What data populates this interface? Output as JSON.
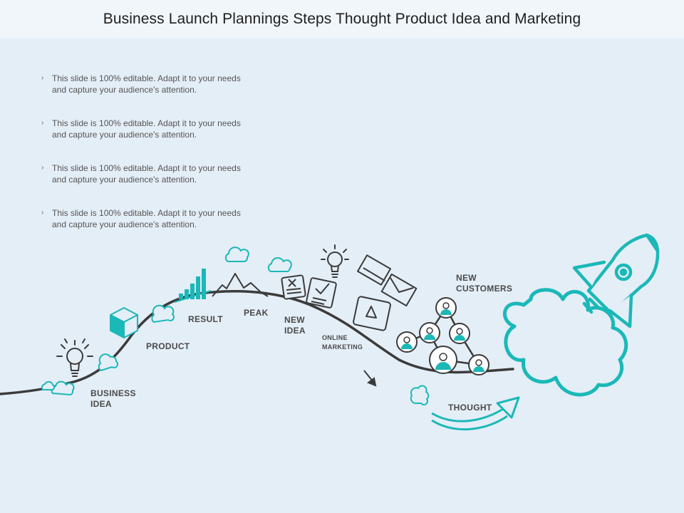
{
  "title": "Business Launch Plannings Steps Thought Product Idea and Marketing",
  "bullets": [
    {
      "line1": "This slide is 100% editable. Adapt it to your needs",
      "line2": "and capture your audience's attention."
    },
    {
      "line1": "This slide is 100% editable. Adapt it to your needs",
      "line2": "and capture your audience's attention."
    },
    {
      "line1": "This slide is 100% editable. Adapt it to your needs",
      "line2": "and capture your audience's attention."
    },
    {
      "line1": "This slide is 100% editable. Adapt it to your needs",
      "line2": "and capture your audience's attention."
    }
  ],
  "bullet_marker": "›",
  "labels": {
    "business_idea": {
      "line1": "BUSINESS",
      "line2": "IDEA"
    },
    "product": "PRODUCT",
    "result": "RESULT",
    "peak": "PEAK",
    "new_idea": {
      "line1": "NEW",
      "line2": "IDEA"
    },
    "online_marketing": {
      "line1": "ONLINE",
      "line2": "MARKETING"
    },
    "new_customers": {
      "line1": "NEW",
      "line2": "CUSTOMERS"
    },
    "thought": "THOUGHT"
  },
  "colors": {
    "background": "#e4eef7",
    "accent": "#1bb8b8",
    "line": "#3b3b3b"
  }
}
